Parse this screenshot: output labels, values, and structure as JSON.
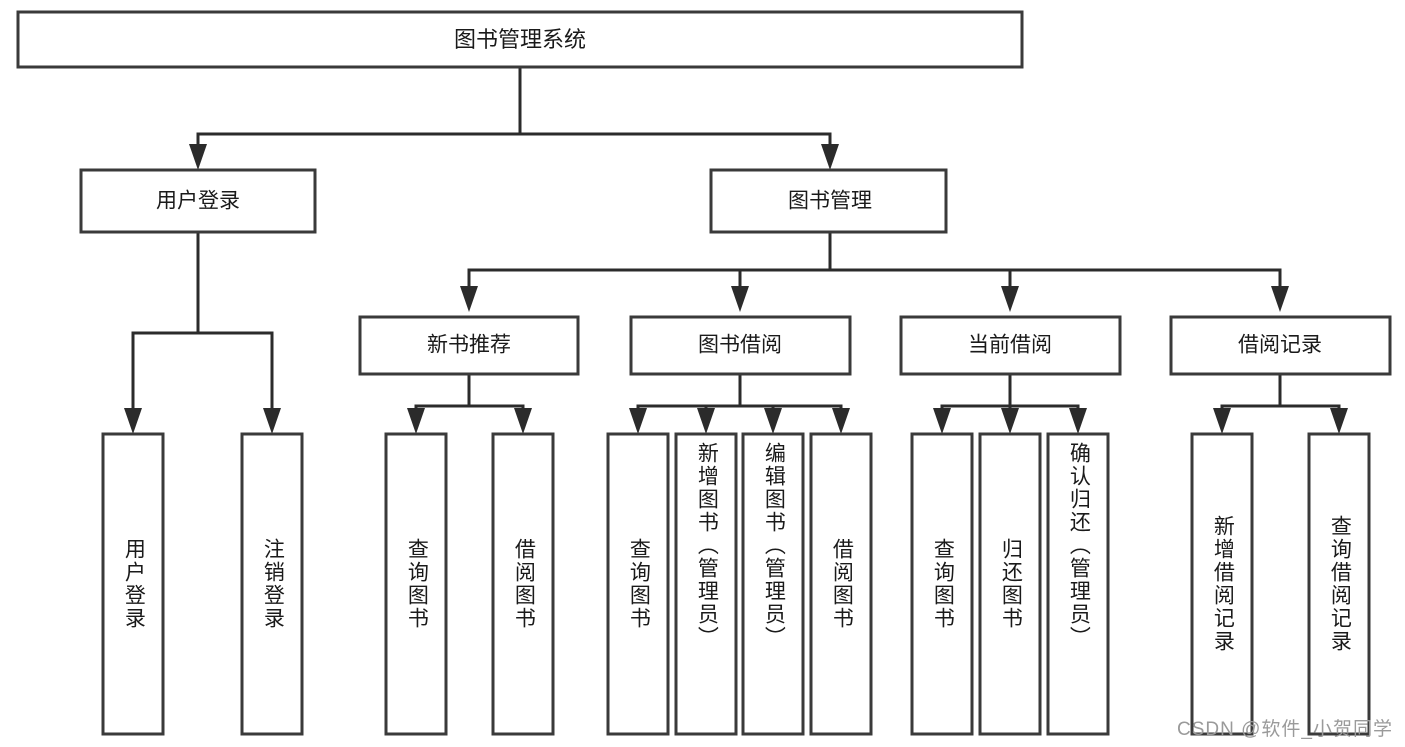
{
  "diagram": {
    "title": "图书管理系统",
    "watermark": "CSDN @软件_小贺同学",
    "root": {
      "label": "图书管理系统"
    },
    "level2": [
      {
        "label": "用户登录"
      },
      {
        "label": "图书管理"
      }
    ],
    "level3": [
      {
        "label": "新书推荐"
      },
      {
        "label": "图书借阅"
      },
      {
        "label": "当前借阅"
      },
      {
        "label": "借阅记录"
      }
    ],
    "leaves": {
      "user_login": [
        {
          "label": "用户登录"
        },
        {
          "label": "注销登录"
        }
      ],
      "new_book_recommend": [
        {
          "label": "查询图书"
        },
        {
          "label": "借阅图书"
        }
      ],
      "book_borrow": [
        {
          "label": "查询图书"
        },
        {
          "label": "新增图书（管理员）"
        },
        {
          "label": "编辑图书（管理员）"
        },
        {
          "label": "借阅图书"
        }
      ],
      "current_borrow": [
        {
          "label": "查询图书"
        },
        {
          "label": "归还图书"
        },
        {
          "label": "确认归还（管理员）"
        }
      ],
      "borrow_record": [
        {
          "label": "新增借阅记录"
        },
        {
          "label": "查询借阅记录"
        }
      ]
    },
    "colors": {
      "box_stroke": "#3a3a3a",
      "connector": "#2b2b2b",
      "box_fill": "#ffffff",
      "text": "#1a1a1a",
      "watermark": "#9a9a9a"
    }
  }
}
